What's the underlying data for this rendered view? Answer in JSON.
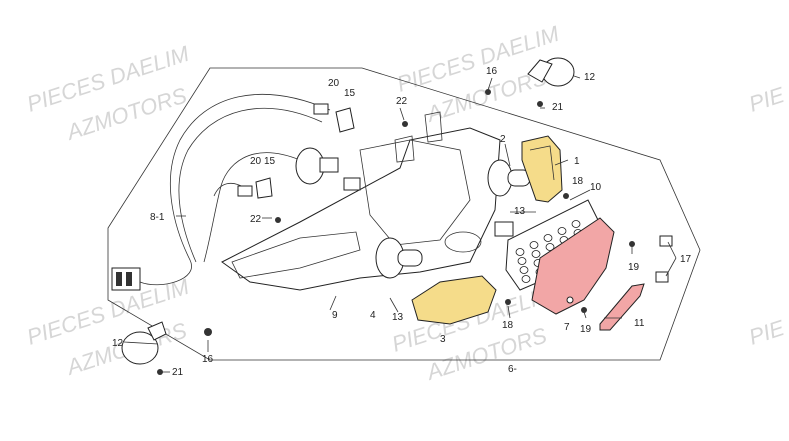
{
  "watermarks": [
    "PIECES DAELIM",
    "AZMOTORS",
    "PIECES DAELIM",
    "AZMOTORS",
    "PIECES DAELIM",
    "AZMOTORS",
    "PIECES DAELIM",
    "AZMOTORS",
    "PIE",
    "PIE"
  ],
  "callouts": {
    "c1": "1",
    "c2": "2",
    "c3": "3",
    "c4": "4",
    "c6": "6-",
    "c7": "7",
    "c8_1": "8-1",
    "c9": "9",
    "c10": "10",
    "c11": "11",
    "c12_top": "12",
    "c12_left": "12",
    "c13_top": "13",
    "c13_bottom": "13",
    "c15_top": "15",
    "c15_mid": "15",
    "c16_top": "16",
    "c16_bottom": "16",
    "c17": "17",
    "c18_top": "18",
    "c18_bottom": "18",
    "c19_top": "19",
    "c19_bottom": "19",
    "c20_top": "20",
    "c20_mid": "20",
    "c21_top": "21",
    "c21_bottom": "21",
    "c22_top": "22",
    "c22_mid": "22"
  },
  "colors": {
    "amber_lens": "#f5dc8a",
    "red_lens": "#f2a6a6",
    "housing": "#ffffff",
    "line": "#222222",
    "watermark": "#d6d6d6"
  }
}
